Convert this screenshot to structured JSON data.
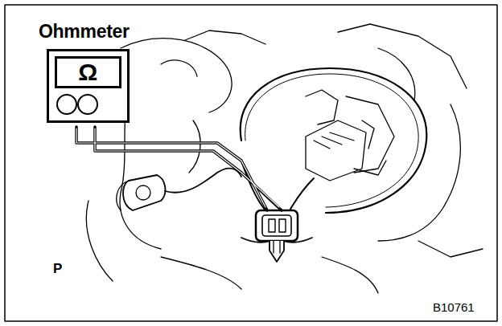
{
  "diagram": {
    "nodes": [
      {
        "text": [
          "Ohmmeter",
          "Ω"
        ]
      }
    ],
    "labels": [
      "P",
      "B10761"
    ]
  }
}
